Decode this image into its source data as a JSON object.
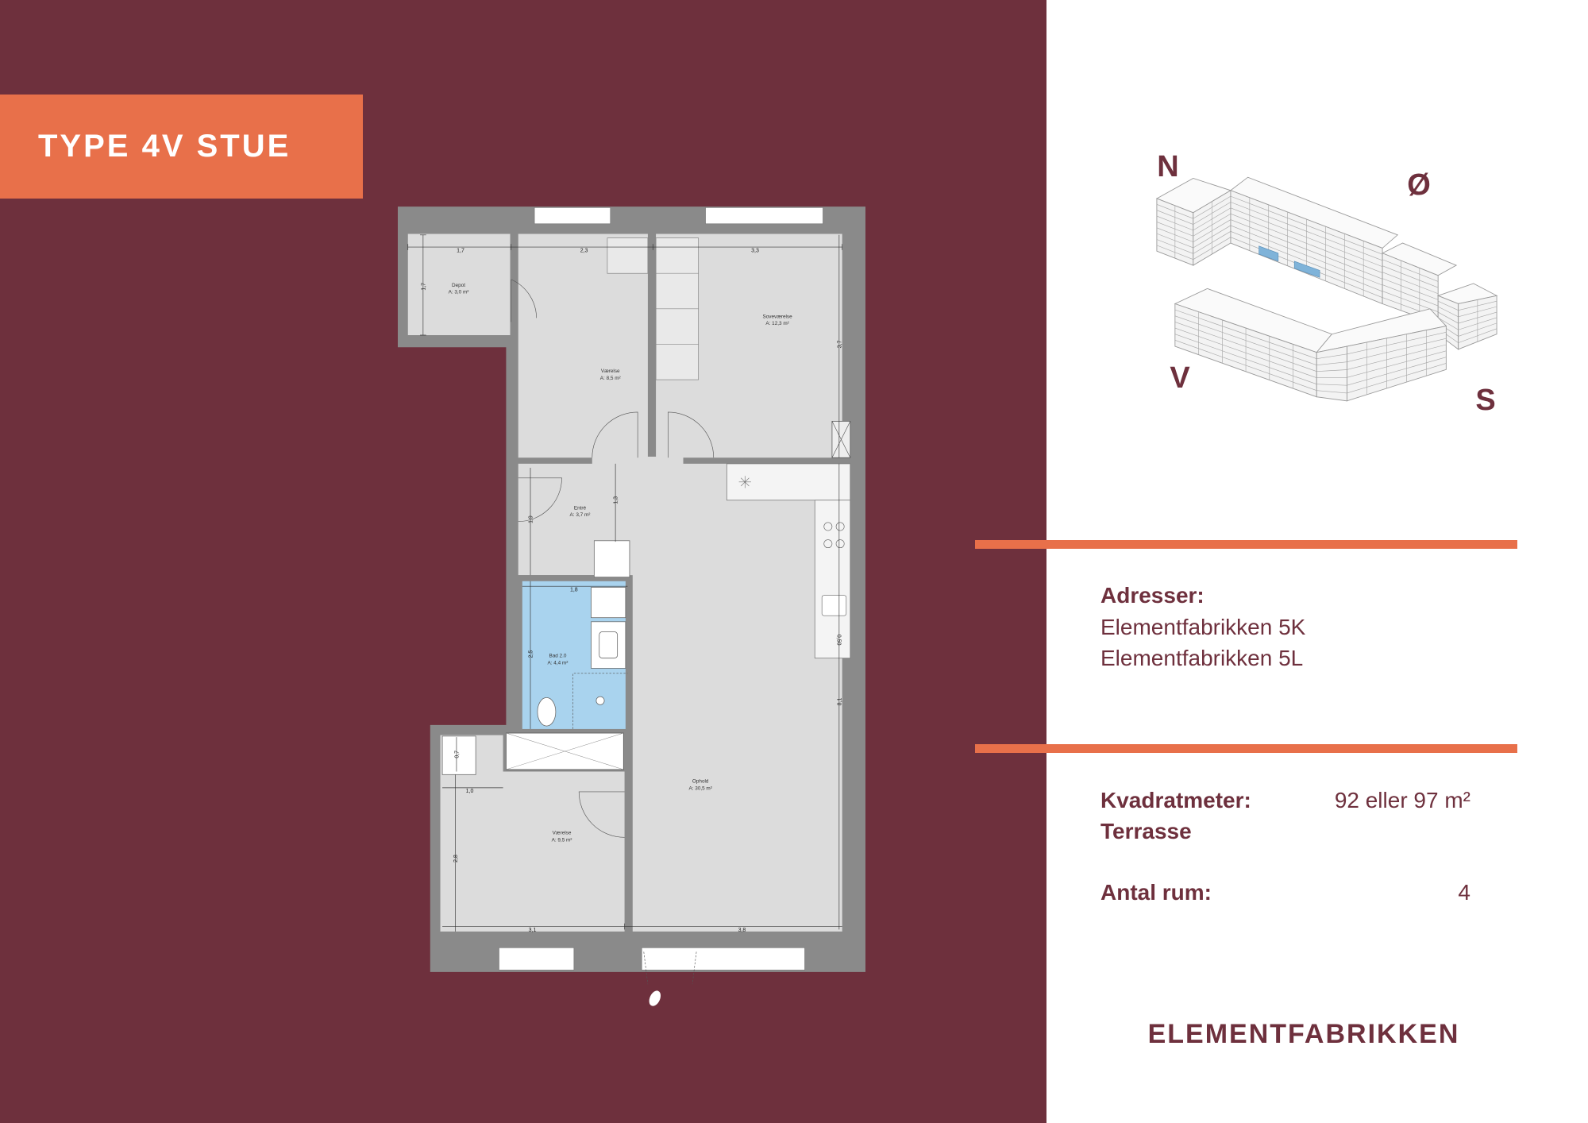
{
  "title_badge": "TYPE 4V STUE",
  "compass": {
    "n": "N",
    "o": "Ø",
    "v": "V",
    "s": "S"
  },
  "floorplan": {
    "rooms": [
      {
        "name": "Depot",
        "area": "A: 3,0 m²"
      },
      {
        "name": "Værelse",
        "area": "A: 8,5 m²"
      },
      {
        "name": "Soveværelse",
        "area": "A: 12,3 m²"
      },
      {
        "name": "Entré",
        "area": "A: 3,7 m²"
      },
      {
        "name": "Bad 2.0",
        "area": "A: 4,4 m²"
      },
      {
        "name": "Ophold",
        "area": "A: 30,5 m²"
      },
      {
        "name": "Værelse",
        "area": "A: 9,5 m²"
      }
    ],
    "dimensions": [
      "1,7",
      "2,3",
      "3,3",
      "1,7",
      "3,7",
      "1,9",
      "1,3",
      "1,8",
      "2,5",
      "8,1",
      "0,7",
      "1,0",
      "2,8",
      "3,1",
      "3,8",
      "0,50"
    ]
  },
  "info": {
    "addresses_label": "Adresser:",
    "addresses": [
      "Elementfabrikken 5K",
      "Elementfabrikken 5L"
    ],
    "sqm_label": "Kvadratmeter:",
    "sqm_value": "92 eller 97 m²",
    "terrace_label": "Terrasse",
    "rooms_label": "Antal rum:",
    "rooms_value": "4"
  },
  "brand": "ELEMENTFABRIKKEN",
  "colors": {
    "maroon": "#6e303d",
    "accent_orange": "#e8704a",
    "bath_blue": "#a9d3ee",
    "highlight_blue": "#7fb3d9",
    "wall_gray": "#8a8a8a",
    "floor_gray": "#dcdcdc"
  }
}
